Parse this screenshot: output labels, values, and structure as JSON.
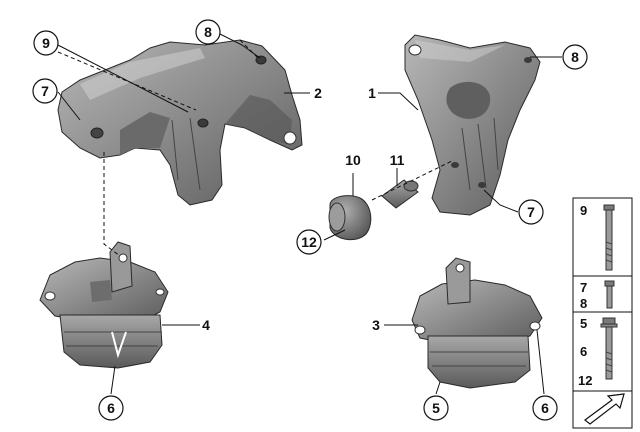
{
  "callouts": [
    {
      "id": "c8a",
      "label": "8"
    },
    {
      "id": "c9a",
      "label": "9"
    },
    {
      "id": "c7a",
      "label": "7"
    },
    {
      "id": "c2",
      "label": "2"
    },
    {
      "id": "c1",
      "label": "1"
    },
    {
      "id": "c8b",
      "label": "8"
    },
    {
      "id": "c10",
      "label": "10"
    },
    {
      "id": "c11",
      "label": "11"
    },
    {
      "id": "c7b",
      "label": "7"
    },
    {
      "id": "c12",
      "label": "12"
    },
    {
      "id": "c4",
      "label": "4"
    },
    {
      "id": "c3",
      "label": "3"
    },
    {
      "id": "c6a",
      "label": "6"
    },
    {
      "id": "c5",
      "label": "5"
    },
    {
      "id": "c6b",
      "label": "6"
    }
  ],
  "side_panel": {
    "rows": [
      {
        "labels": [
          "9"
        ]
      },
      {
        "labels": [
          "7",
          "8"
        ]
      },
      {
        "labels": [
          "5",
          "6",
          "12"
        ]
      }
    ]
  },
  "colors": {
    "part_fill": "#8c8c8c",
    "part_dark": "#5e5e5e",
    "part_light": "#b4b4b4",
    "ink": "#111111"
  }
}
